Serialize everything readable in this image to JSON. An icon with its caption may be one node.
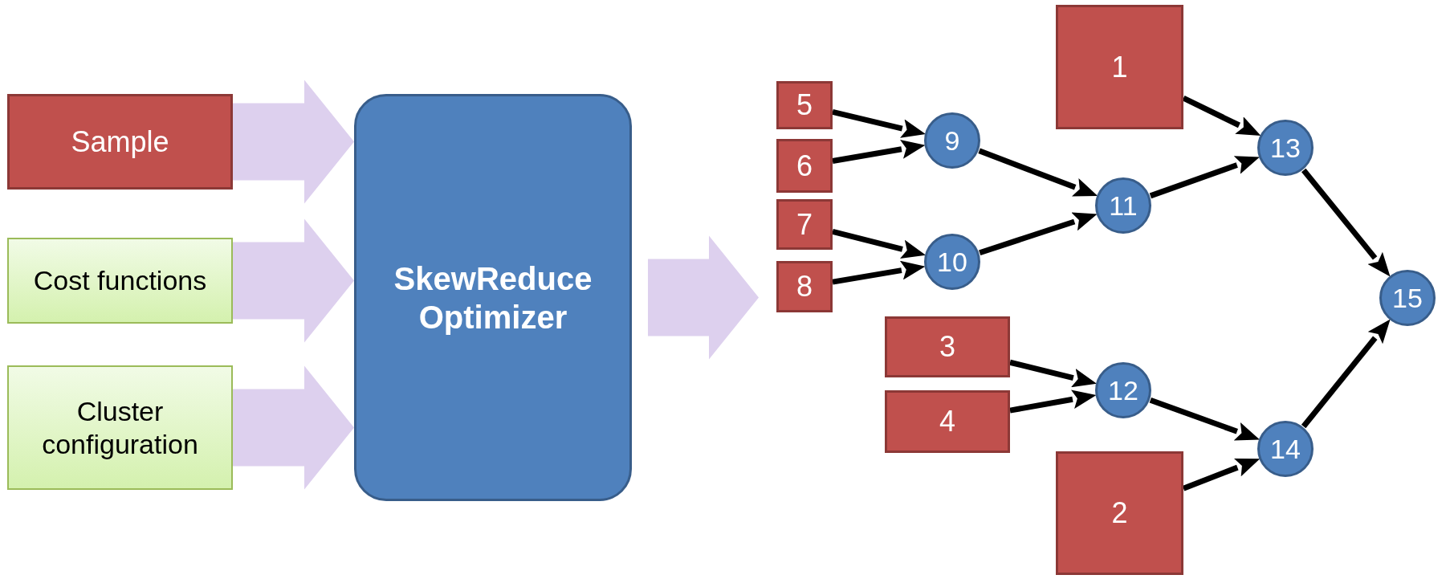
{
  "diagram": {
    "nodes": [
      {
        "text": [
          "Sample"
        ]
      },
      {
        "text": [
          "Cost functions"
        ]
      },
      {
        "text": [
          "Cluster configuration"
        ]
      },
      {
        "text": [
          "SkewReduce Optimizer"
        ]
      },
      {
        "text": [
          "1"
        ]
      },
      {
        "text": [
          "2"
        ]
      },
      {
        "text": [
          "3"
        ]
      },
      {
        "text": [
          "4"
        ]
      },
      {
        "text": [
          "5"
        ]
      },
      {
        "text": [
          "6"
        ]
      },
      {
        "text": [
          "7"
        ]
      },
      {
        "text": [
          "8"
        ]
      },
      {
        "text": [
          "9"
        ]
      },
      {
        "text": [
          "10"
        ]
      },
      {
        "text": [
          "11"
        ]
      },
      {
        "text": [
          "12"
        ]
      },
      {
        "text": [
          "13"
        ]
      },
      {
        "text": [
          "14"
        ]
      },
      {
        "text": [
          "15"
        ]
      }
    ],
    "edges": [
      {
        "from": 0,
        "to": 3,
        "arrow": "to",
        "style": "thick",
        "color": "#ddd0ee"
      },
      {
        "from": 1,
        "to": 3,
        "arrow": "to",
        "style": "thick",
        "color": "#ddd0ee"
      },
      {
        "from": 2,
        "to": 3,
        "arrow": "to",
        "style": "thick",
        "color": "#ddd0ee"
      },
      {
        "from": 3,
        "to": null,
        "arrow": "to",
        "style": "thick",
        "color": "#ddd0ee"
      },
      {
        "from": 8,
        "to": 12,
        "arrow": "to"
      },
      {
        "from": 9,
        "to": 12,
        "arrow": "to"
      },
      {
        "from": 10,
        "to": 13,
        "arrow": "to"
      },
      {
        "from": 11,
        "to": 13,
        "arrow": "to"
      },
      {
        "from": 12,
        "to": 14,
        "arrow": "to"
      },
      {
        "from": 13,
        "to": 14,
        "arrow": "to"
      },
      {
        "from": 4,
        "to": 16,
        "arrow": "to"
      },
      {
        "from": 14,
        "to": 16,
        "arrow": "to"
      },
      {
        "from": 6,
        "to": 15,
        "arrow": "to"
      },
      {
        "from": 7,
        "to": 15,
        "arrow": "to"
      },
      {
        "from": 15,
        "to": 17,
        "arrow": "to"
      },
      {
        "from": 5,
        "to": 17,
        "arrow": "to"
      },
      {
        "from": 16,
        "to": 18,
        "arrow": "to"
      },
      {
        "from": 17,
        "to": 18,
        "arrow": "to"
      }
    ]
  }
}
